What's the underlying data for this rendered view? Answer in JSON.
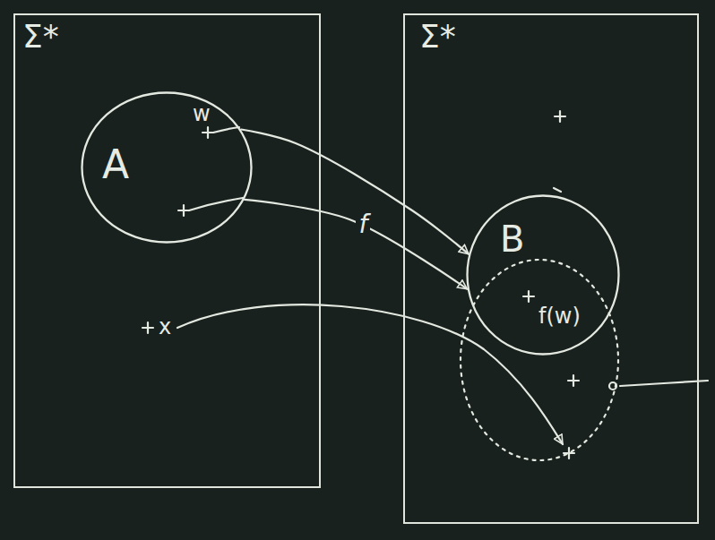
{
  "diagram": {
    "nodes": [
      {
        "text": [
          "Σ*"
        ]
      },
      {
        "text": [
          "A"
        ],
        "in": 0
      },
      {
        "text": [
          "Σ*"
        ]
      },
      {
        "text": [
          "B"
        ],
        "in": 2
      }
    ],
    "edges": [
      {
        "from": 1,
        "to": 3,
        "arrow": "to"
      },
      {
        "from": 1,
        "to": 3,
        "label": "f",
        "arrow": "to"
      }
    ],
    "labels": [
      "w",
      "x",
      "f(w)"
    ]
  }
}
